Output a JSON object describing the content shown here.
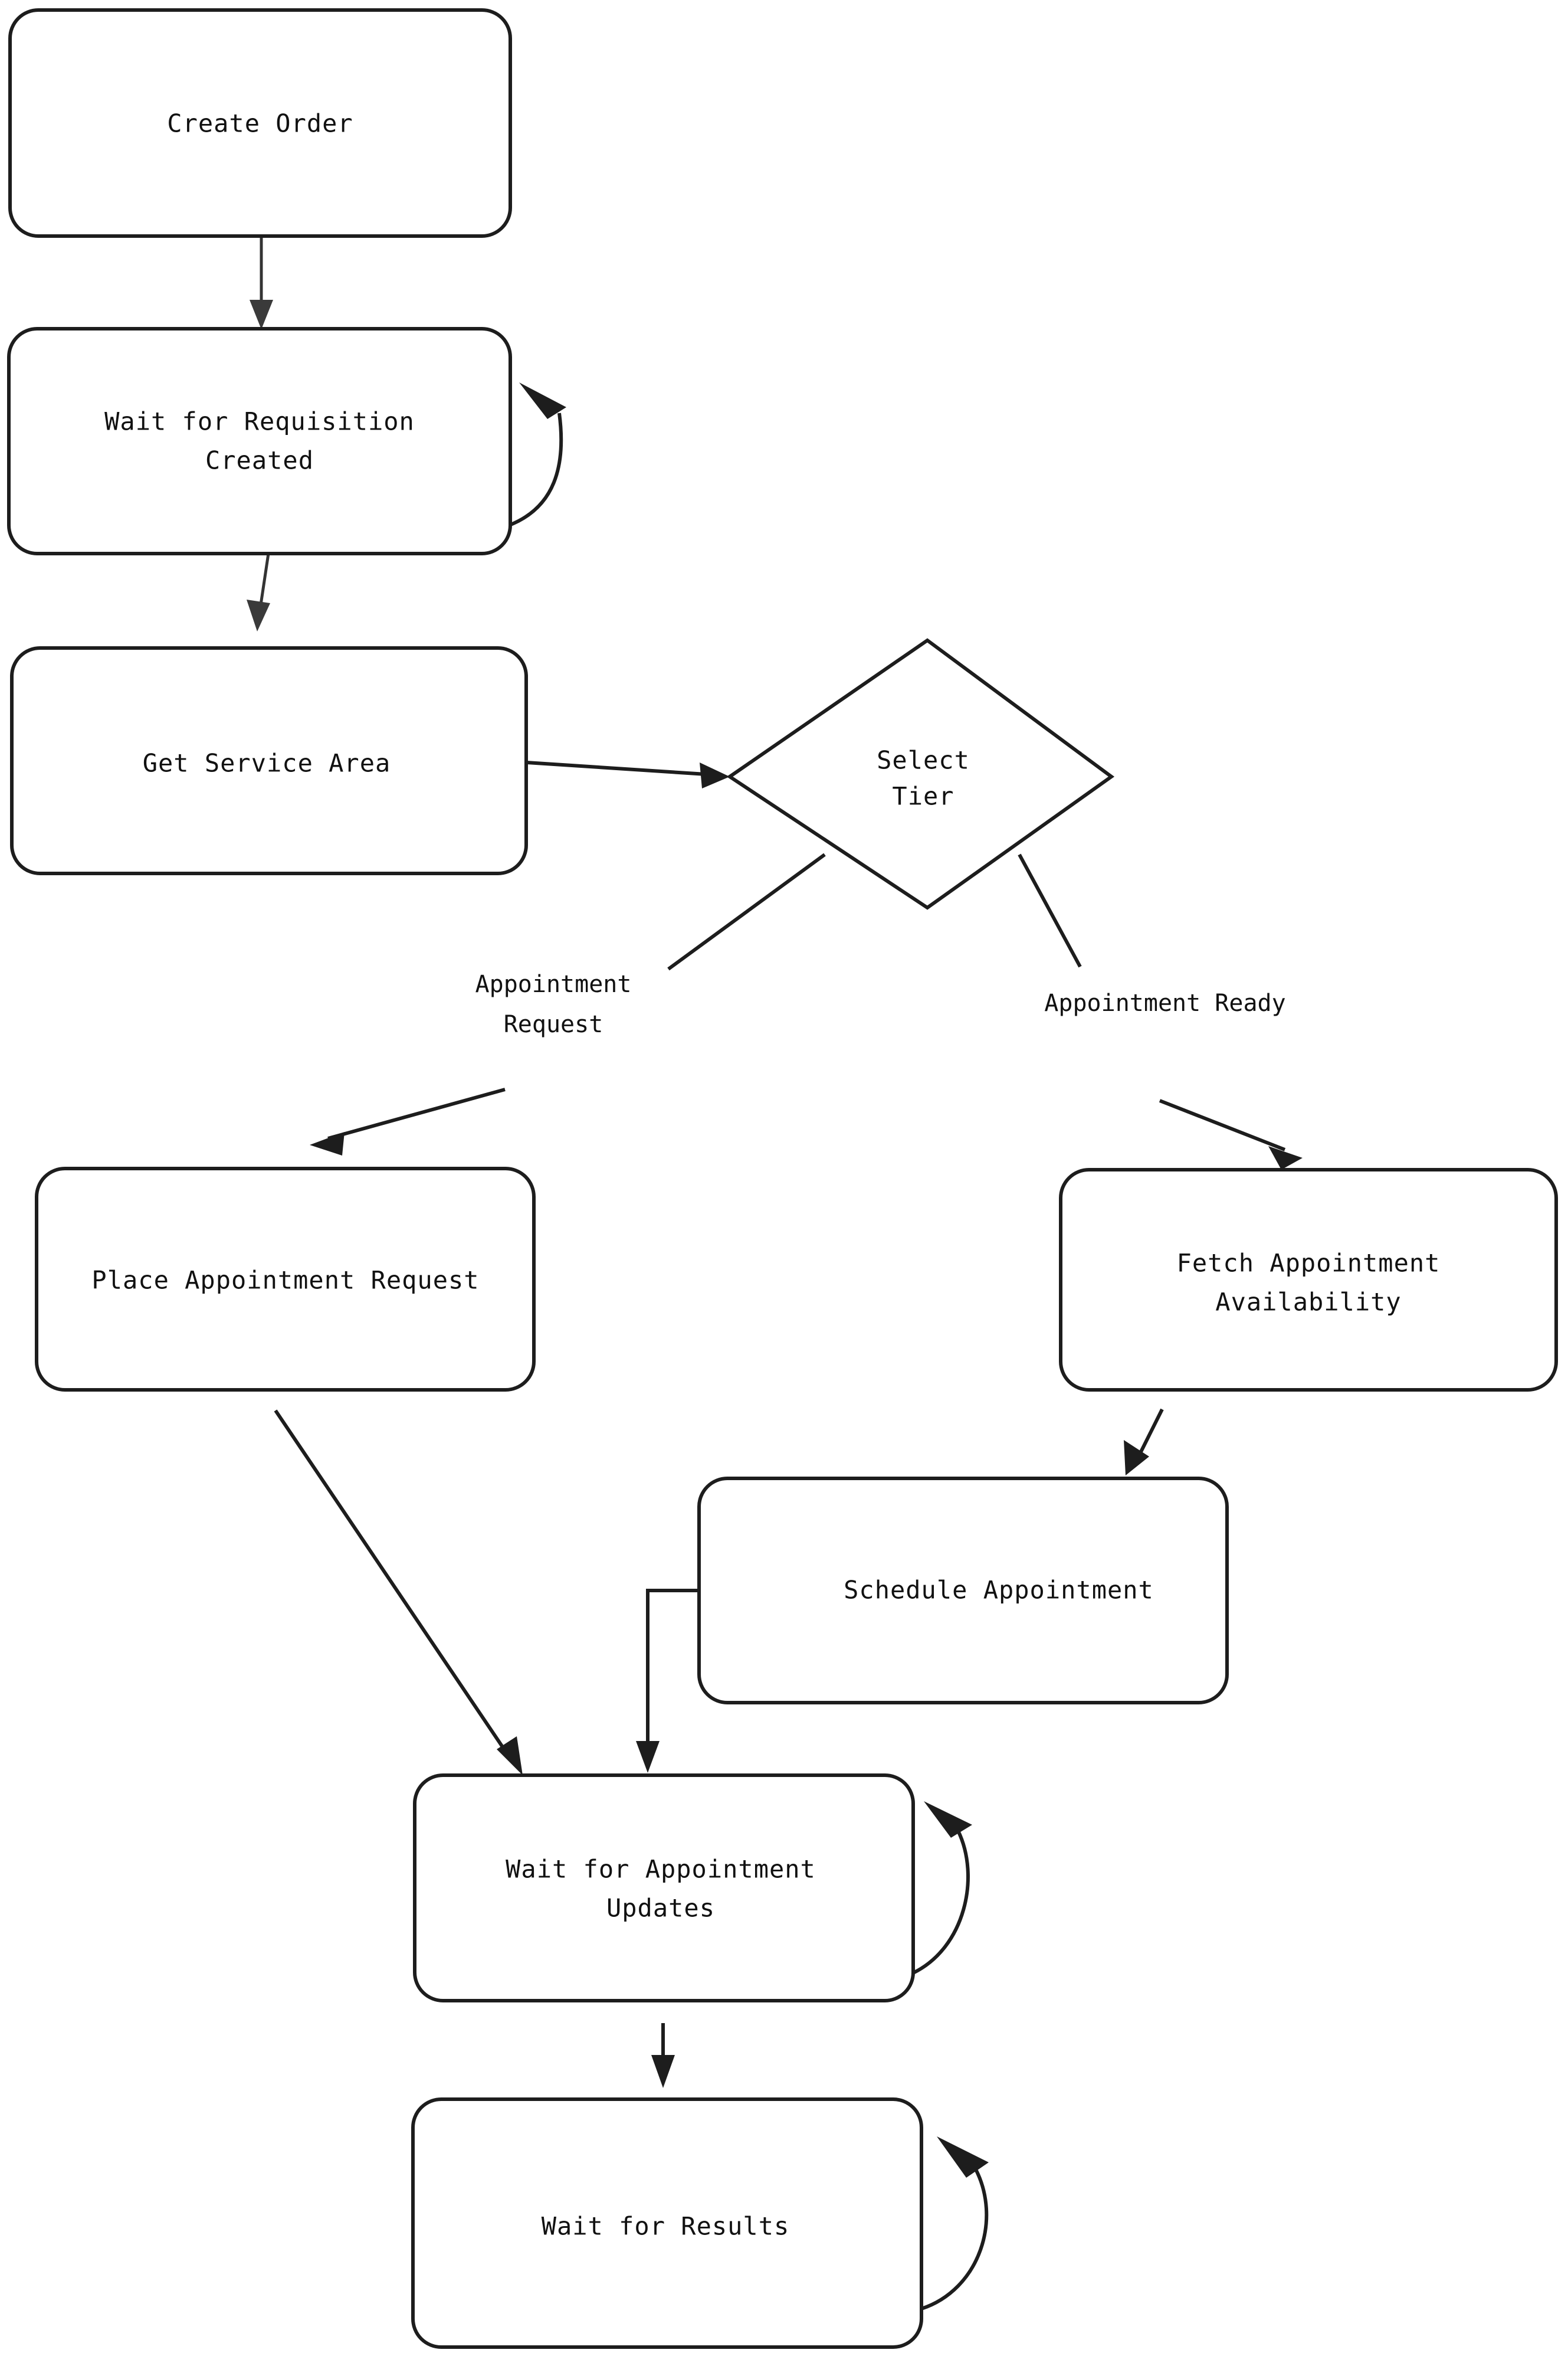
{
  "diagram": {
    "type": "flowchart",
    "title": "",
    "background_color": "#ffffff",
    "stroke_color": "#1d1d1d",
    "text_color": "#111111",
    "nodes": [
      {
        "id": "create_order",
        "label": "Create Order",
        "shape": "rounded-rect",
        "lines": [
          "Create Order"
        ]
      },
      {
        "id": "wait_requisition",
        "label": "Wait for Requisition Created",
        "shape": "rounded-rect",
        "lines": [
          "Wait for Requisition",
          "Created"
        ]
      },
      {
        "id": "get_service_area",
        "label": "Get Service Area",
        "shape": "rounded-rect",
        "lines": [
          "Get Service Area"
        ]
      },
      {
        "id": "select_tier",
        "label": "Select Tier",
        "shape": "diamond",
        "lines": [
          "Select",
          "Tier"
        ]
      },
      {
        "id": "place_appt_request",
        "label": "Place Appointment Request",
        "shape": "rounded-rect",
        "lines": [
          "Place Appointment Request"
        ]
      },
      {
        "id": "fetch_appt_availability",
        "label": "Fetch Appointment Availability",
        "shape": "rounded-rect",
        "lines": [
          "Fetch Appointment",
          "Availability"
        ]
      },
      {
        "id": "schedule_appointment",
        "label": "Schedule Appointment",
        "shape": "rounded-rect",
        "lines": [
          "Schedule Appointment"
        ]
      },
      {
        "id": "wait_appt_updates",
        "label": "Wait for Appointment Updates",
        "shape": "rounded-rect",
        "lines": [
          "Wait for Appointment",
          "Updates"
        ]
      },
      {
        "id": "wait_results",
        "label": "Wait for Results",
        "shape": "rounded-rect",
        "lines": [
          "Wait for Results"
        ]
      }
    ],
    "edges": [
      {
        "from": "create_order",
        "to": "wait_requisition",
        "label": ""
      },
      {
        "from": "wait_requisition",
        "to": "wait_requisition",
        "label": "",
        "self_loop": true
      },
      {
        "from": "wait_requisition",
        "to": "get_service_area",
        "label": ""
      },
      {
        "from": "get_service_area",
        "to": "select_tier",
        "label": ""
      },
      {
        "from": "select_tier",
        "to": "place_appt_request",
        "label": "Appointment Request",
        "label_lines": [
          "Appointment",
          "Request"
        ]
      },
      {
        "from": "select_tier",
        "to": "fetch_appt_availability",
        "label": "Appointment Ready",
        "label_lines": [
          "Appointment Ready"
        ]
      },
      {
        "from": "fetch_appt_availability",
        "to": "schedule_appointment",
        "label": ""
      },
      {
        "from": "place_appt_request",
        "to": "wait_appt_updates",
        "label": ""
      },
      {
        "from": "schedule_appointment",
        "to": "wait_appt_updates",
        "label": ""
      },
      {
        "from": "wait_appt_updates",
        "to": "wait_appt_updates",
        "label": "",
        "self_loop": true
      },
      {
        "from": "wait_appt_updates",
        "to": "wait_results",
        "label": ""
      },
      {
        "from": "wait_results",
        "to": "wait_results",
        "label": "",
        "self_loop": true
      }
    ]
  },
  "labels": {
    "create_order_l1": "Create Order",
    "wait_requisition_l1": "Wait for Requisition",
    "wait_requisition_l2": "Created",
    "get_service_area_l1": "Get Service Area",
    "select_tier_l1": "Select",
    "select_tier_l2": "Tier",
    "place_appt_request_l1": "Place Appointment Request",
    "fetch_appt_l1": "Fetch Appointment",
    "fetch_appt_l2": "Availability",
    "schedule_appointment_l1": "Schedule Appointment",
    "wait_appt_updates_l1": "Wait for Appointment",
    "wait_appt_updates_l2": "Updates",
    "wait_results_l1": "Wait for Results",
    "edge_appt_request_l1": "Appointment",
    "edge_appt_request_l2": "Request",
    "edge_appt_ready_l1": "Appointment Ready"
  }
}
